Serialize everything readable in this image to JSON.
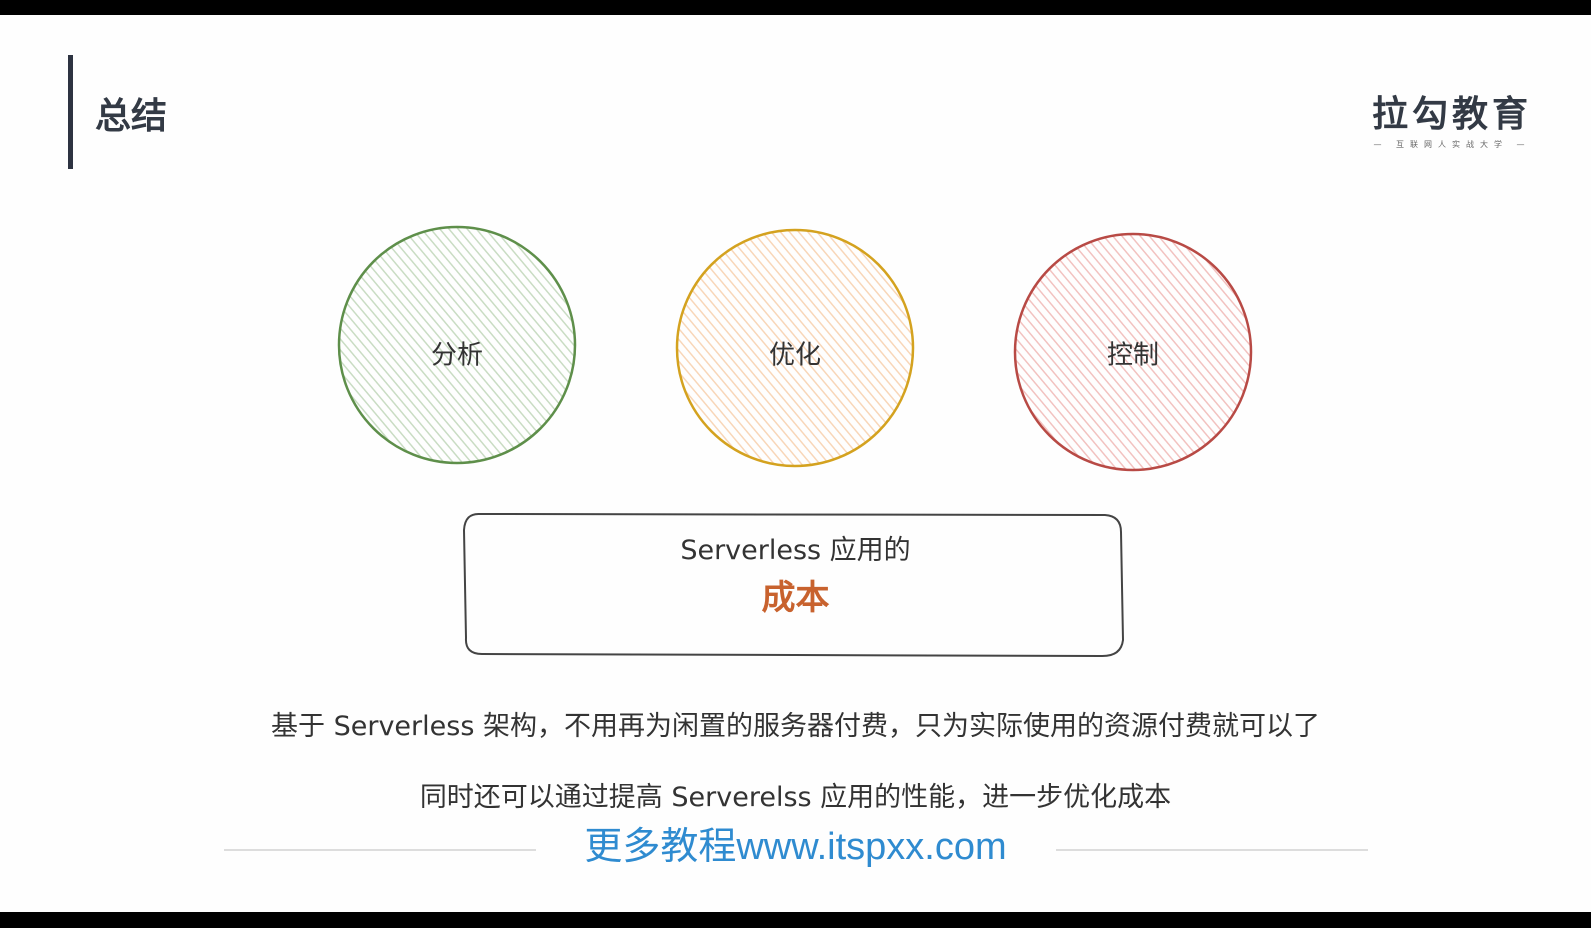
{
  "slide": {
    "title": "总结",
    "logo": {
      "main": "拉勾教育",
      "sub": "— 互联网人实战大学 —"
    }
  },
  "circles": [
    {
      "label": "分析",
      "color": "#5e8f4a",
      "fill": "#c9dcc3"
    },
    {
      "label": "优化",
      "color": "#d4a21f",
      "fill": "#f8d6b8"
    },
    {
      "label": "控制",
      "color": "#b84a45",
      "fill": "#f2c2c0"
    }
  ],
  "box": {
    "line1": "Serverless 应用的",
    "line2": "成本"
  },
  "body": {
    "line1": "基于 Serverless 架构，不用再为闲置的服务器付费，只为实际使用的资源付费就可以了",
    "line2": "同时还可以通过提高 Serverelss 应用的性能，进一步优化成本"
  },
  "footer": {
    "watermark": "更多教程www.itspxx.com"
  }
}
